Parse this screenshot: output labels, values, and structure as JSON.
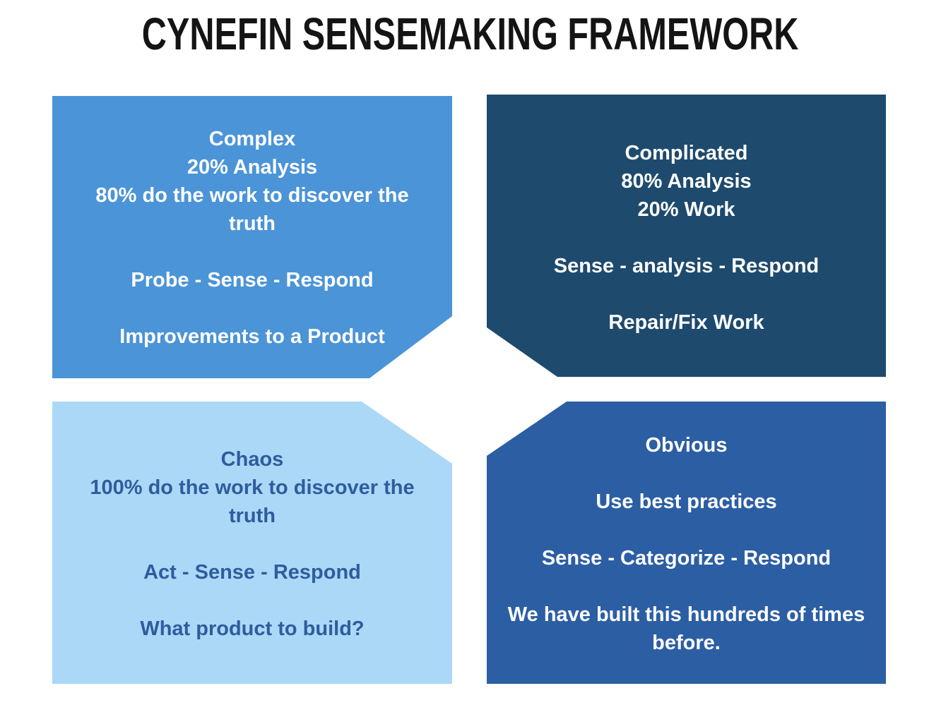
{
  "title": "CYNEFIN SENSEMAKING FRAMEWORK",
  "title_color": "#141414",
  "quadrants": [
    {
      "name": "Complex",
      "position": "top-left",
      "colors": {
        "background": "#4b94d7",
        "text": "#ffffff"
      },
      "groups": [
        "Complex\n20% Analysis\n80% do the work to discover the\ntruth",
        "Probe - Sense - Respond",
        "Improvements to a Product"
      ]
    },
    {
      "name": "Complicated",
      "position": "top-right",
      "colors": {
        "background": "#1e4a6e",
        "text": "#ffffff"
      },
      "groups": [
        "Complicated\n80% Analysis\n20% Work",
        "Sense - analysis - Respond",
        "Repair/Fix Work"
      ]
    },
    {
      "name": "Chaos",
      "position": "bottom-left",
      "colors": {
        "background": "#abd8f7",
        "text": "#2e5c9e"
      },
      "groups": [
        "Chaos\n100% do the work to discover the\ntruth",
        "Act - Sense - Respond",
        "What product to build?"
      ]
    },
    {
      "name": "Obvious",
      "position": "bottom-right",
      "colors": {
        "background": "#2c5ea4",
        "text": "#ffffff"
      },
      "groups": [
        "Obvious",
        "Use best practices",
        "Sense - Categorize - Respond",
        "We have built this hundreds of times\nbefore."
      ]
    }
  ]
}
